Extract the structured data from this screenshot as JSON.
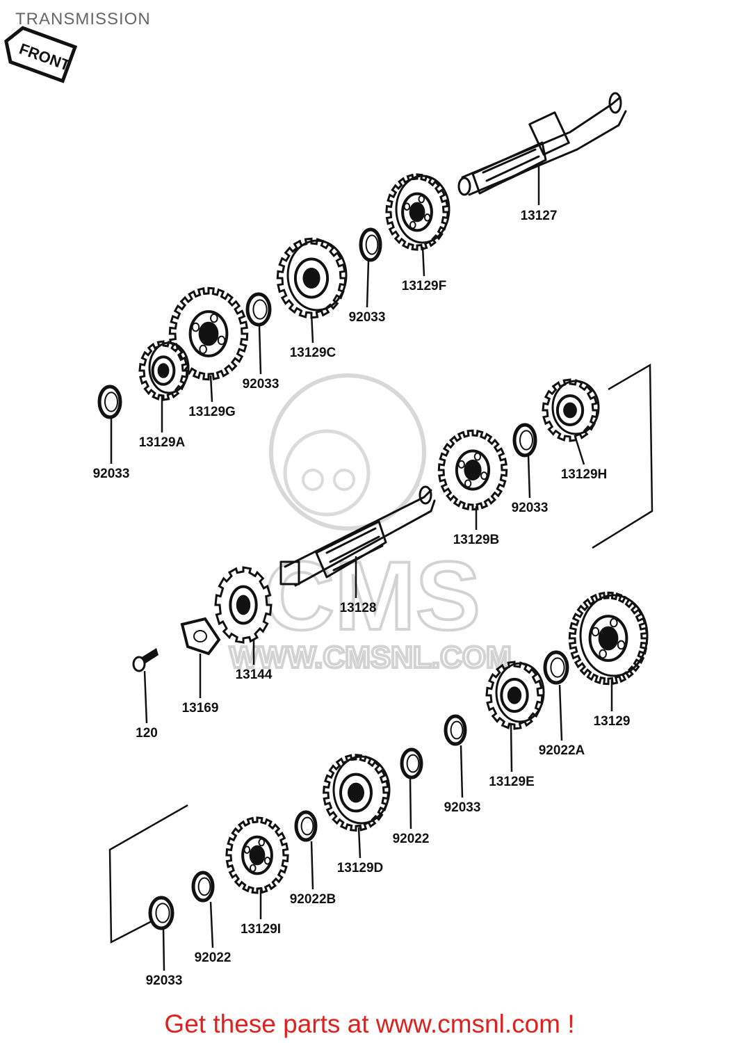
{
  "title": "TRANSMISSION",
  "front_badge": "FRONT",
  "watermark": {
    "brand": "CMS",
    "url": "WWW.CMSNL.COM"
  },
  "footer": {
    "text": "Get these parts at www.cmsnl.com !"
  },
  "part_labels": {
    "shaft_upper": "13127",
    "gear_f": "13129F",
    "washer_1": "92033",
    "gear_c": "13129C",
    "washer_2": "92033",
    "gear_g": "13129G",
    "gear_a": "13129A",
    "washer_3": "92033",
    "gear_h": "13129H",
    "washer_4": "92033",
    "gear_b": "13129B",
    "shaft_lower": "13128",
    "sprocket": "13144",
    "plate": "13169",
    "bolt": "120",
    "gear_main": "13129",
    "washer_5": "92022A",
    "gear_e": "13129E",
    "washer_6": "92033",
    "washer_7": "92022",
    "gear_d": "13129D",
    "washer_8": "92022B",
    "gear_i": "13129I",
    "washer_9": "92022",
    "washer_10": "92033"
  }
}
